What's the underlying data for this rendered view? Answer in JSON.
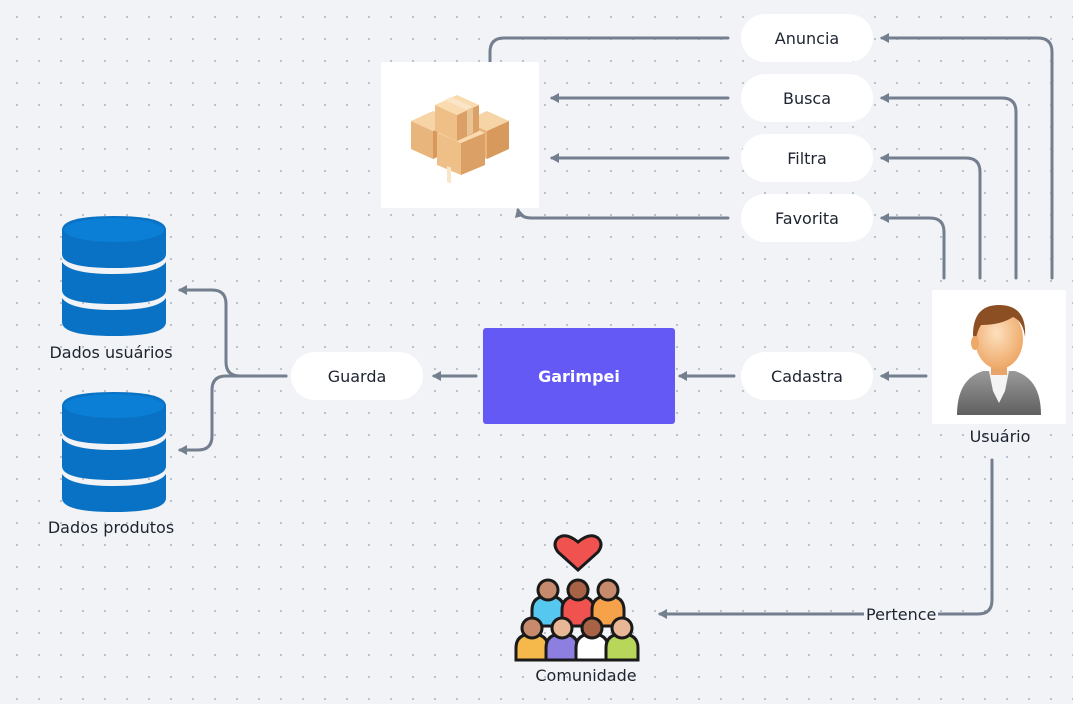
{
  "diagram": {
    "center_node": {
      "label": "Garimpei",
      "color": "#6559f6"
    },
    "actions": {
      "anuncia": "Anuncia",
      "busca": "Busca",
      "filtra": "Filtra",
      "favorita": "Favorita",
      "cadastra": "Cadastra",
      "guarda": "Guarda"
    },
    "databases": {
      "users": "Dados usuários",
      "products": "Dados produtos"
    },
    "user_label": "Usuário",
    "community_label": "Comunidade",
    "edge_labels": {
      "pertence": "Pertence"
    },
    "icons": {
      "products": "boxes-icon",
      "user": "user-avatar-icon",
      "database": "database-icon",
      "community": "community-heart-icon"
    },
    "colors": {
      "connector": "#737f8e",
      "database": "#0a72c4"
    }
  }
}
